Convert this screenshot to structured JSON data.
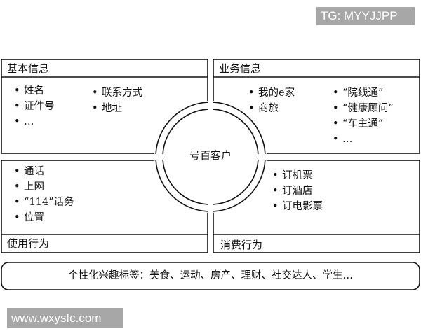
{
  "watermarks": {
    "top": "TG: MYYJJPP",
    "bottom": "www.wxysfc.com"
  },
  "center": {
    "label": "号百客户"
  },
  "quadrants": {
    "basic_info": {
      "title": "基本信息",
      "col1": [
        "姓名",
        "证件号",
        "…"
      ],
      "col2": [
        "联系方式",
        "地址"
      ]
    },
    "business_info": {
      "title": "业务信息",
      "col1": [
        "我的e家",
        "商旅"
      ],
      "col2": [
        "“院线通”",
        "“健康顾问”",
        "“车主通”",
        "…"
      ]
    },
    "usage_behavior": {
      "title": "使用行为",
      "items": [
        "通话",
        "上网",
        "“114”话务",
        "位置"
      ]
    },
    "consumption_behavior": {
      "title": "消费行为",
      "items": [
        "订机票",
        "订酒店",
        "订电影票"
      ]
    }
  },
  "interest_tags": {
    "text": "个性化兴趣标签：美食、运动、房产、理财、社交达人、学生…"
  },
  "bullet_glyph": "•",
  "colors": {
    "line": "#111111",
    "background": "#ffffff",
    "watermark_bg": "#a7a7a7",
    "watermark_text": "#ffffff"
  }
}
